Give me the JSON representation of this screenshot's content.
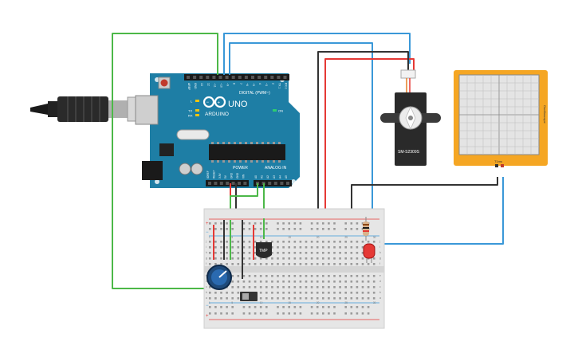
{
  "arduino": {
    "brand": "ARDUINO",
    "model": "UNO",
    "digital_label": "DIGITAL (PWM~)",
    "power_label": "POWER",
    "analog_label": "ANALOG IN",
    "led_l": "L",
    "led_tx": "TX",
    "led_rx": "RX",
    "on_label": "ON",
    "digital_pins": [
      "AREF",
      "GND",
      "13",
      "12",
      "~11",
      "~10",
      "~9",
      "8",
      "7",
      "~6",
      "~5",
      "4",
      "~3",
      "2",
      "TX 1",
      "RX 0"
    ],
    "power_pins": [
      "IOREF",
      "RESET",
      "3.3V",
      "5V",
      "GND",
      "GND",
      "VIN"
    ],
    "analog_pins": [
      "A0",
      "A1",
      "A2",
      "A3",
      "A4",
      "A5"
    ]
  },
  "servo": {
    "model": "SM-S2309S"
  },
  "oscilloscope": {
    "label": "Oscilloscope",
    "footer": "T1ms"
  },
  "sensor": {
    "label": "TMP"
  },
  "breadboard": {
    "columns": [
      "1",
      "5",
      "10",
      "15",
      "20",
      "25",
      "30"
    ],
    "rows_top": [
      "j",
      "i",
      "h",
      "g",
      "f"
    ],
    "rows_bottom": [
      "e",
      "d",
      "c",
      "b",
      "a"
    ]
  },
  "colors": {
    "wire_green": "#4cb848",
    "wire_blue": "#3a98d8",
    "wire_red": "#e53935",
    "wire_black": "#333333",
    "arduino_teal": "#1e7ea5",
    "scope_frame": "#f5a623"
  }
}
